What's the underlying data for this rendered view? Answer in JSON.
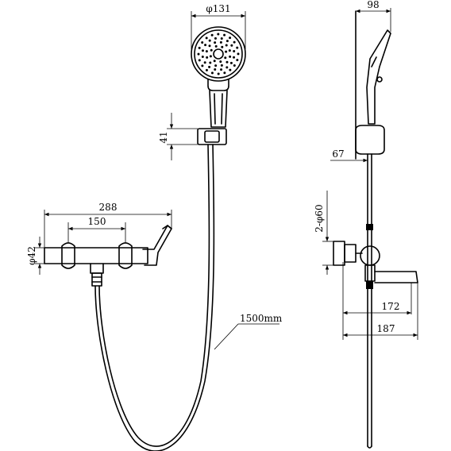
{
  "dimensions": {
    "head_diameter": "φ131",
    "side_width": "98",
    "holder_height": "41",
    "rail_offset": "67",
    "mixer_width": "288",
    "handle_spacing": "150",
    "body_diameter": "φ42",
    "mount_diameter": "2-φ60",
    "spout_172": "172",
    "spout_187": "187",
    "hose_length": "1500mm"
  }
}
